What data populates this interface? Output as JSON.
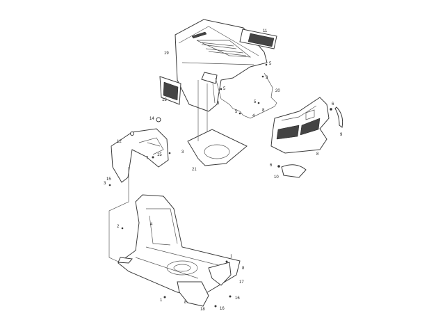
{
  "callouts": [
    "11",
    "19",
    "5",
    "3",
    "13",
    "5",
    "20",
    "3",
    "5",
    "5",
    "8",
    "4",
    "6",
    "9",
    "8",
    "14",
    "12",
    "7",
    "15",
    "3",
    "21",
    "6",
    "10",
    "15",
    "3",
    "2",
    "4",
    "1",
    "8",
    "17",
    "16",
    "16",
    "18",
    "1",
    "8"
  ]
}
